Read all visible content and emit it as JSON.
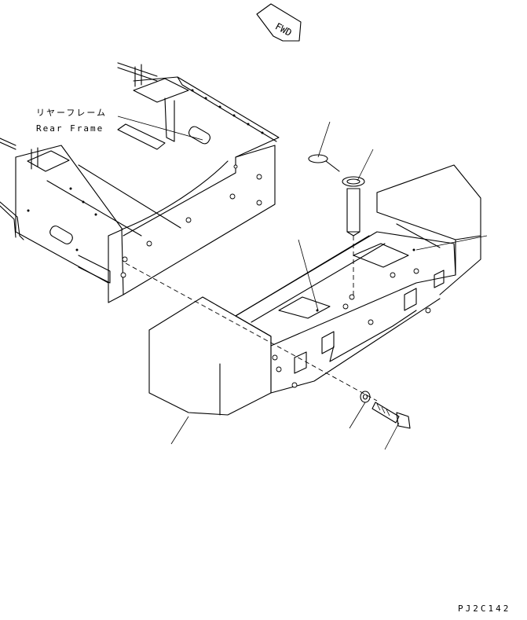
{
  "labels": {
    "rear_frame_ja": "リヤーフレーム",
    "rear_frame_en": "Rear Frame",
    "forward": "FWD",
    "drawing_code": "PJ2C142"
  }
}
